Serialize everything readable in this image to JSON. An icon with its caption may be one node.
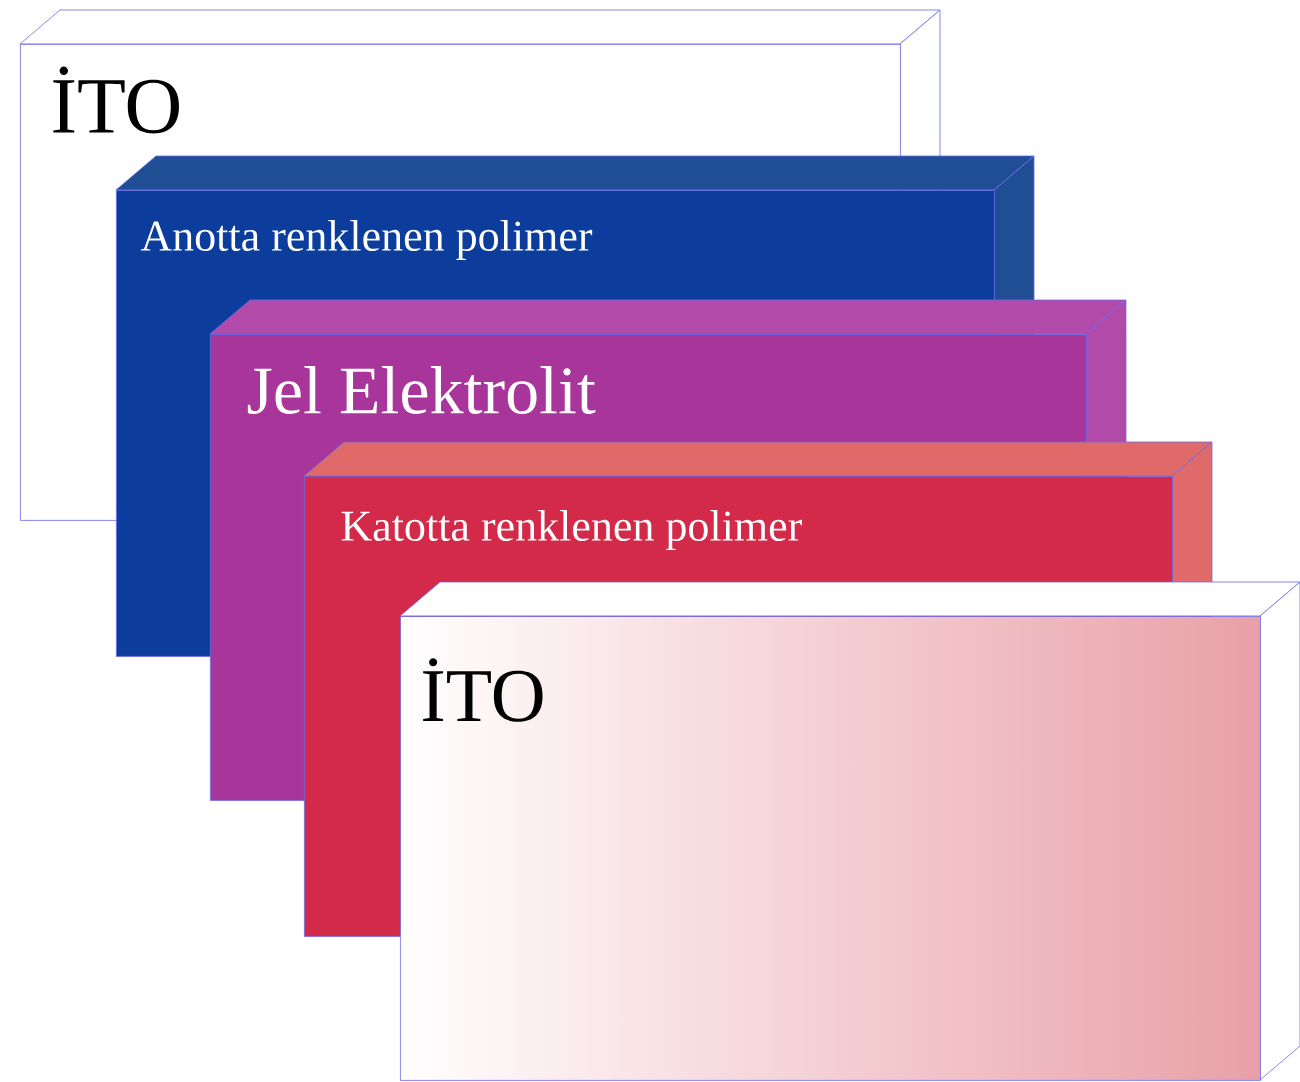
{
  "diagram": {
    "nodes": [
      {
        "text": [
          "İTO"
        ]
      },
      {
        "text": [
          "Anotta renklenen polimer"
        ]
      },
      {
        "text": [
          "Jel Elektrolit"
        ]
      },
      {
        "text": [
          "Katotta renklenen polimer"
        ]
      },
      {
        "text": [
          "İTO"
        ]
      }
    ]
  }
}
